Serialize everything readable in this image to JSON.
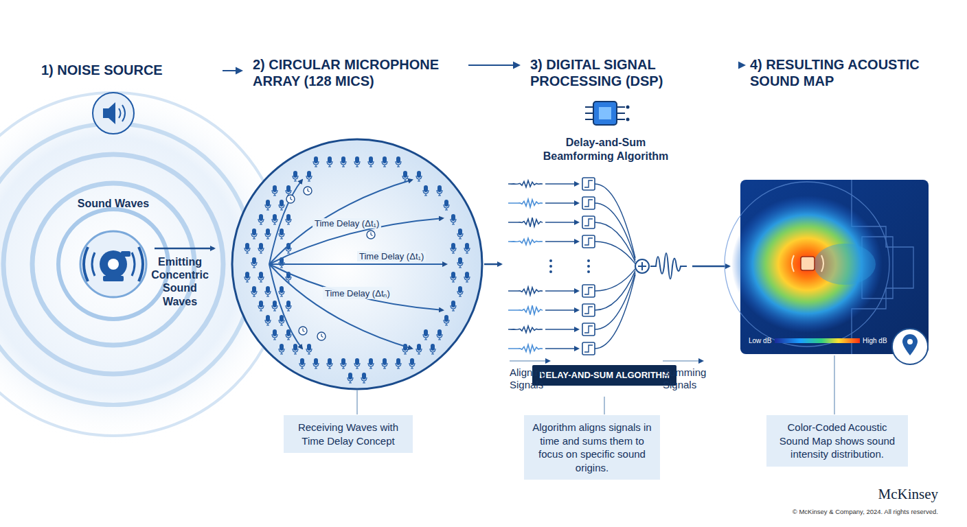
{
  "diagram": {
    "nodes": [
      {
        "text": [
          "1) NOISE SOURCE"
        ]
      },
      {
        "text": [
          "2) CIRCULAR MICROPHONE ARRAY (128 MICS)"
        ]
      },
      {
        "text": [
          "3) DIGITAL SIGNAL PROCESSING (DSP)"
        ]
      },
      {
        "text": [
          "4) RESULTING ACOUSTIC SOUND MAP"
        ]
      },
      {
        "text": [
          "Receiving Waves with Time Delay Concept"
        ]
      },
      {
        "text": [
          "DELAY-AND-SUM ALGORITHM"
        ]
      },
      {
        "text": [
          "Algorithm aligns signals in time and sums them to focus on specific sound origins."
        ]
      },
      {
        "text": [
          "Color-Coded Acoustic Sound Map shows sound intensity distribution."
        ]
      }
    ],
    "edges": [
      {
        "from": 0,
        "to": 1,
        "arrow": "to"
      },
      {
        "from": 1,
        "to": 2,
        "arrow": "to"
      },
      {
        "from": 2,
        "to": 3,
        "arrow": "to"
      }
    ],
    "labels": [
      "Sound Waves",
      "Emitting Concentric Sound Waves",
      "Time Delay (Δt₁)",
      "Time Delay (Δt₁)",
      "Time Delay (Δtₙ)",
      "Delay-and-Sum Beamforming Algorithm",
      "Aligning Signals",
      "Summing Signals",
      "Low dB",
      "High dB",
      "McKinsey",
      "© McKinsey & Company, 2024. All rights reserved."
    ]
  }
}
